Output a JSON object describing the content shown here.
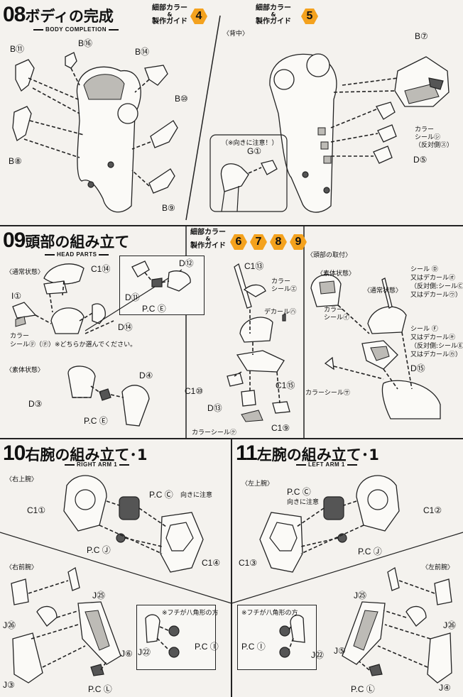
{
  "sections": {
    "s08": {
      "number": "08",
      "title": "ボディの完成",
      "subtitle": "BODY COMPLETION",
      "guide": [
        "細部カラー",
        "&",
        "製作ガイド"
      ],
      "badges": [
        "4",
        "5"
      ]
    },
    "s09": {
      "number": "09",
      "title": "頭部の組み立て",
      "subtitle": "HEAD PARTS",
      "guide": [
        "細部カラー",
        "&",
        "製作ガイド"
      ],
      "badges": [
        "6",
        "7",
        "8",
        "9"
      ]
    },
    "s10": {
      "number": "10",
      "title": "右腕の組み立て･1",
      "subtitle": "RIGHT ARM 1"
    },
    "s11": {
      "number": "11",
      "title": "左腕の組み立て･1",
      "subtitle": "LEFT ARM 1"
    }
  },
  "s08": {
    "back_label": "〈背中〉",
    "labels": {
      "b11": "B⑪",
      "b16": "B⑯",
      "b14": "B⑭",
      "b10": "B⑩",
      "b8": "B⑧",
      "b9": "B⑨",
      "b7": "B⑦",
      "d5": "D⑤",
      "g1": "G①"
    },
    "caution": "（※向きに注意！）",
    "color_seal": [
      "カラー",
      "シール㋛",
      "（反対側㋜）"
    ]
  },
  "s09": {
    "normal_label": "〈通常状態〉",
    "base_label": "〈素体状態〉",
    "head_attach_label": "〈頭部の取付〉",
    "labels": {
      "c14": "C1⑭",
      "i1": "I①",
      "d14": "D⑭",
      "d12": "D⑫",
      "d11": "D⑪",
      "pce": "P.C Ⓔ",
      "d3": "D③",
      "d4": "D④",
      "pce2": "P.C Ⓔ",
      "c13": "C1⑬",
      "c10": "C1⑩",
      "d13": "D⑬",
      "c15": "C1⑮",
      "c9": "C1⑨",
      "d15": "D⑮"
    },
    "color_seal_choice": [
      "カラー",
      "シール㋢（㋠）※どちらか選んでください。"
    ],
    "color_seal_e": [
      "カラー",
      "シール㋓"
    ],
    "decal_ha": "デカール㋩",
    "color_seal_ku": "カラーシール㋗",
    "base_state2": "〈素体状態〉",
    "normal_state2": "〈通常状態〉",
    "color_seal_i": [
      "カラー",
      "シール㋑"
    ],
    "seal_d": [
      "シール Ⓓ",
      "又はデカール㋔",
      "（反対側:シールⒸ",
      "又はデカール㋒）"
    ],
    "seal_f": [
      "シール Ⓕ",
      "又はデカール㋖",
      "（反対側:シールⒺ",
      "又はデカール㋕）"
    ],
    "color_seal_sa": "カラーシール㋚"
  },
  "s10": {
    "upper_label": "〈右上腕〉",
    "fore_label": "〈右前腕〉",
    "labels": {
      "c1": "C1①",
      "pcc": "P.C Ⓒ",
      "pcc_note": "向きに注意",
      "pcj": "P.C Ⓙ",
      "c4": "C1④",
      "j25": "J㉕",
      "j26": "J㉖",
      "j6": "J⑥",
      "j22": "J㉒",
      "pci": "P.C Ⓘ",
      "j3": "J③",
      "pcl": "P.C Ⓛ"
    },
    "octagon_note": "※フチが八角形の方"
  },
  "s11": {
    "upper_label": "〈左上腕〉",
    "fore_label": "〈左前腕〉",
    "labels": {
      "pcc": "P.C Ⓒ",
      "pcc_note": "向きに注意",
      "c2": "C1②",
      "pcj": "P.C Ⓙ",
      "c3": "C1③",
      "j25": "J㉕",
      "j26": "J㉖",
      "j5": "J⑤",
      "j22": "J㉒",
      "pci": "P.C Ⓘ",
      "j4": "J④",
      "pcl": "P.C Ⓛ"
    },
    "octagon_note": "※フチが八角形の方"
  }
}
